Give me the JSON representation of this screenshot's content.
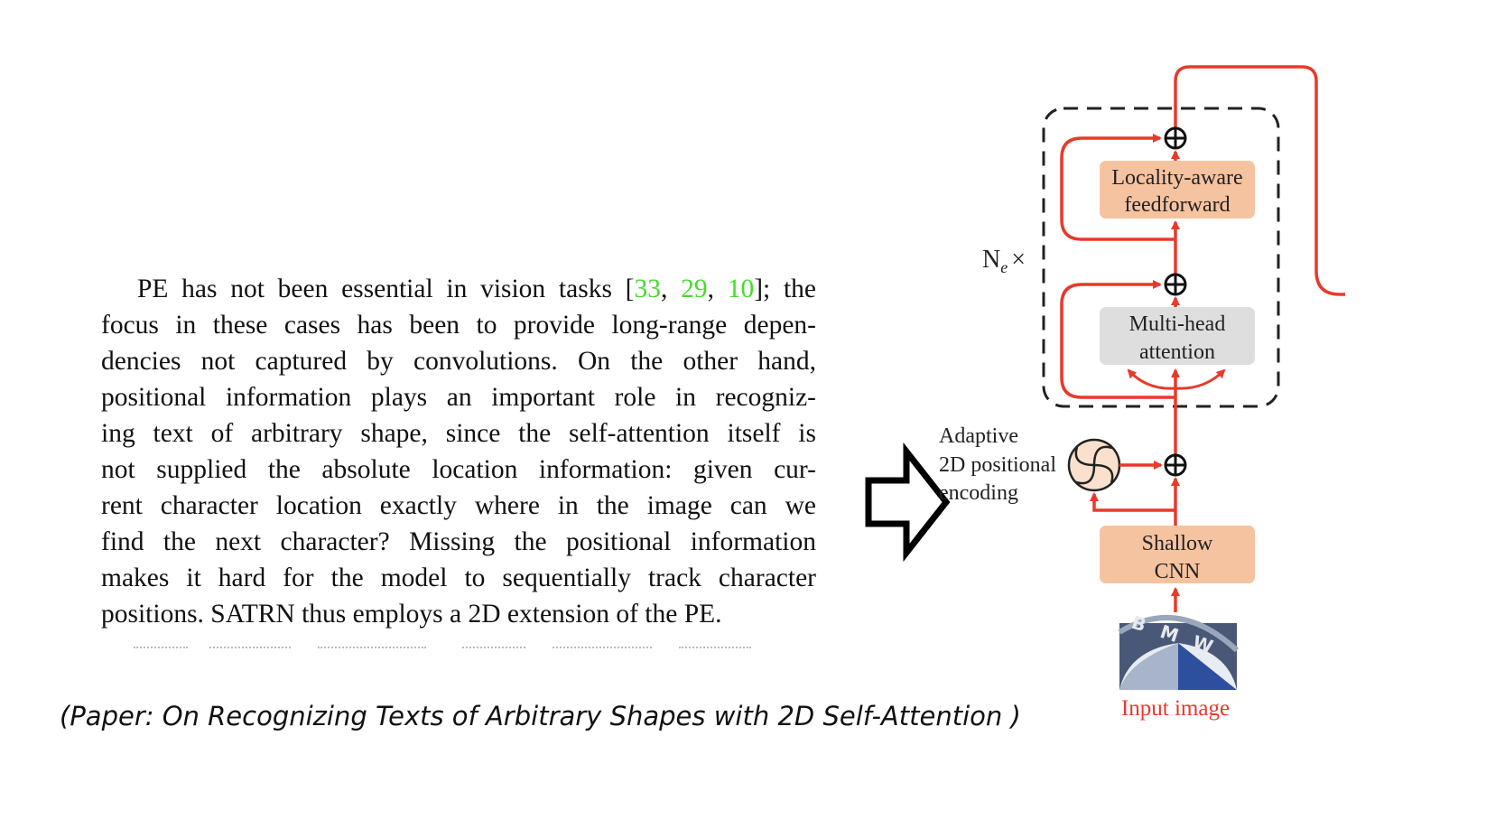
{
  "paragraph": {
    "lines": [
      {
        "before": "PE has not been essential in vision tasks [",
        "citations": [
          "33",
          "29",
          "10"
        ],
        "after": "]; the"
      },
      "focus in these cases has been to provide long-range depen-",
      "dencies not captured by convolutions.  On the other hand,",
      "positional information plays an important role in recogniz-",
      "ing text of arbitrary shape, since the self-attention itself is",
      "not supplied the absolute location information:  given cur-",
      "rent character location exactly where in the image can we",
      "find the next character? Missing the positional information",
      "makes it hard for the model to sequentially track character",
      "positions. SATRN thus employs a 2D extension of the PE."
    ]
  },
  "caption": "(Paper: On Recognizing Texts of Arbitrary Shapes with 2D Self-Attention )",
  "diagram": {
    "ne_label": "N",
    "ne_subscript": "e",
    "ne_times": "×",
    "blocks": {
      "feedforward": [
        "Locality-aware",
        "feedforward"
      ],
      "attention": [
        "Multi-head",
        "attention"
      ],
      "cnn": [
        "Shallow",
        "CNN"
      ]
    },
    "positional_encoding_label": [
      "Adaptive",
      "2D positional",
      "encoding"
    ],
    "input_image_label": "Input image",
    "input_image_text": "BMW",
    "colors": {
      "arrow_red": "#e8392a",
      "block_orange": "#f6c3a0",
      "block_gray": "#dedede",
      "input_label_red": "#e8392a",
      "citation_green": "#44dd2c"
    }
  }
}
